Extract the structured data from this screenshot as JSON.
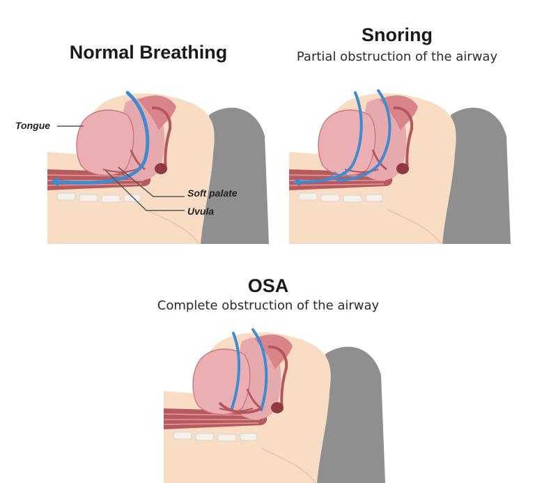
{
  "panels": {
    "normal": {
      "title": "Normal Breathing"
    },
    "snoring": {
      "title": "Snoring",
      "subtitle": "Partial obstruction of the airway"
    },
    "osa": {
      "title": "OSA",
      "subtitle": "Complete obstruction of the airway"
    }
  },
  "labels": {
    "tongue": "Tongue",
    "soft_palate": "Soft palate",
    "uvula": "Uvula"
  },
  "colors": {
    "skin": "#f9dcc4",
    "pillow": "#8f8f8f",
    "tissue": "#e6a9ad",
    "tissue_dark": "#b5565c",
    "airway_arrow": "#3d8bd0",
    "trachea": "#b65a5d"
  }
}
